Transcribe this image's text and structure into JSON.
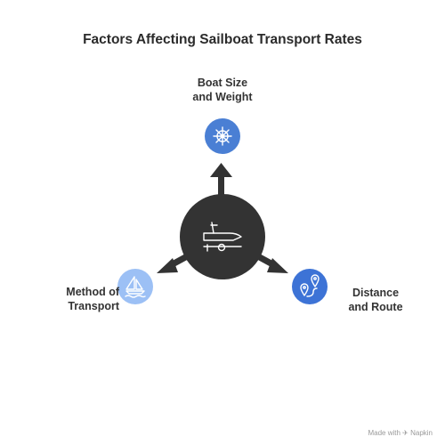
{
  "title": "Factors Affecting Sailboat Transport Rates",
  "nodes": [
    {
      "line1": "Boat Size",
      "line2": "and Weight",
      "icon": "ship-wheel-icon",
      "color": "#4a7fd4"
    },
    {
      "line1": "Method of",
      "line2": "Transport",
      "icon": "sailboat-icon",
      "color": "#9cc0f5"
    },
    {
      "line1": "Distance",
      "line2": "and Route",
      "icon": "map-route-icon",
      "color": "#3d73d6"
    }
  ],
  "center": {
    "icon": "boat-trailer-icon",
    "color": "#333333"
  },
  "footer": "Made with ✈ Napkin"
}
